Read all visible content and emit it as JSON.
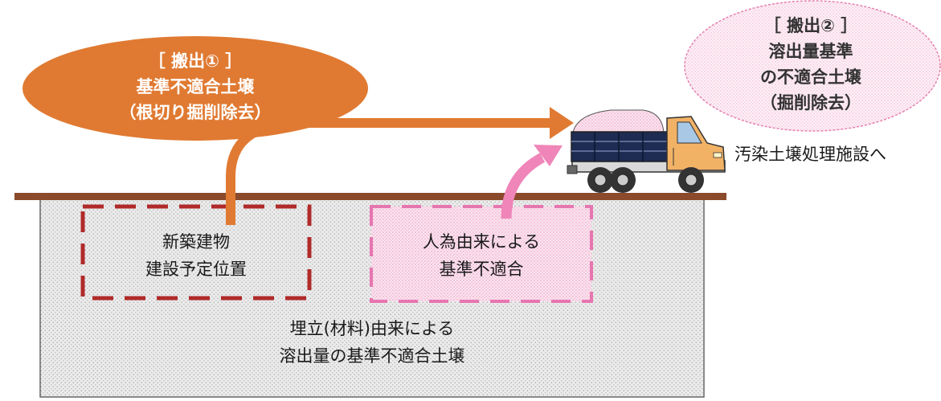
{
  "bubble_export1": {
    "line1": "［ 搬出① ］",
    "line2": "基準不適合土壌",
    "line3": "（根切り掘削除去）",
    "fill": "#e07a32"
  },
  "bubble_export2": {
    "line1": "［ 搬出② ］",
    "line2": "溶出量基準",
    "line3": "の不適合土壌",
    "line4": "（掘削除去）",
    "fill": "#f8dcea",
    "stroke": "#e680b0"
  },
  "zone_new_building": {
    "line1": "新築建物",
    "line2": "建設予定位置",
    "stroke": "#b02a2a"
  },
  "zone_human_origin": {
    "line1": "人為由来による",
    "line2": "基準不適合",
    "stroke": "#e676b0"
  },
  "landfill": {
    "line1": "埋立(材料)由来による",
    "line2": "溶出量の基準不適合土壌"
  },
  "destination": {
    "label": "汚染土壌処理施設へ"
  },
  "colors": {
    "ground_line": "#8b4a2b",
    "orange_arrow": "#e07a32",
    "pink_arrow": "#ef85b8",
    "truck_cab": "#f2b266",
    "truck_bed": "#1e2b52"
  }
}
